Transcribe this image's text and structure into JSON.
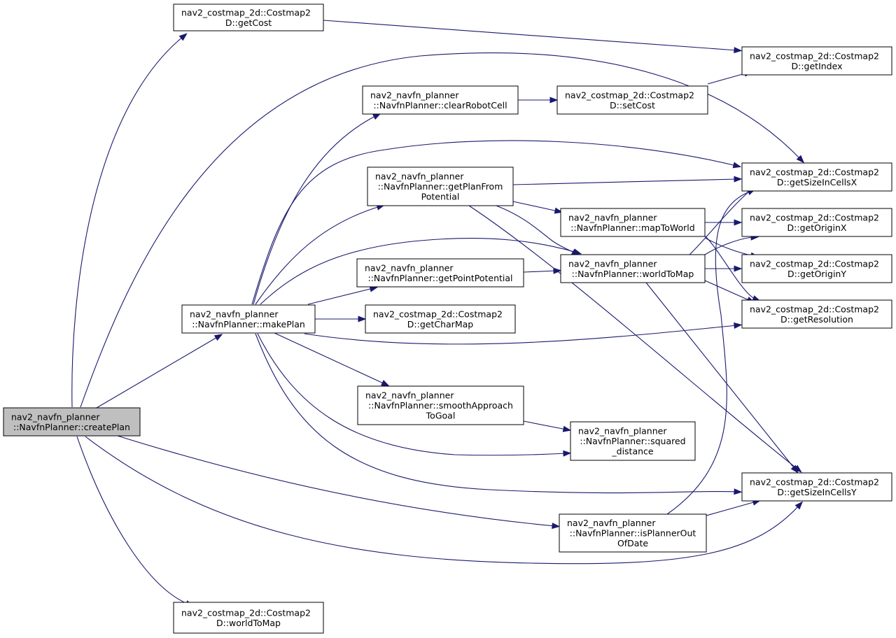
{
  "style": {
    "edge_color": "#191970",
    "root_fill": "#bfbfbf",
    "node_fill": "#ffffff",
    "border_color": "#000000"
  },
  "nodes": {
    "createPlan": {
      "lines": [
        "nav2_navfn_planner",
        "::NavfnPlanner::createPlan"
      ],
      "highlighted": true
    },
    "getCost": {
      "lines": [
        "nav2_costmap_2d::Costmap2",
        "D::getCost"
      ]
    },
    "makePlan": {
      "lines": [
        "nav2_navfn_planner",
        "::NavfnPlanner::makePlan"
      ]
    },
    "isPlannerOutOfDate": {
      "lines": [
        "nav2_navfn_planner",
        "::NavfnPlanner::isPlannerOut",
        "OfDate"
      ]
    },
    "getSizeInCellsX": {
      "lines": [
        "nav2_costmap_2d::Costmap2",
        "D::getSizeInCellsX"
      ]
    },
    "getSizeInCellsY": {
      "lines": [
        "nav2_costmap_2d::Costmap2",
        "D::getSizeInCellsY"
      ]
    },
    "cm_worldToMap": {
      "lines": [
        "nav2_costmap_2d::Costmap2",
        "D::worldToMap"
      ]
    },
    "getIndex": {
      "lines": [
        "nav2_costmap_2d::Costmap2",
        "D::getIndex"
      ]
    },
    "clearRobotCell": {
      "lines": [
        "nav2_navfn_planner",
        "::NavfnPlanner::clearRobotCell"
      ]
    },
    "getPlanFromPotential": {
      "lines": [
        "nav2_navfn_planner",
        "::NavfnPlanner::getPlanFrom",
        "Potential"
      ]
    },
    "nf_worldToMap": {
      "lines": [
        "nav2_navfn_planner",
        "::NavfnPlanner::worldToMap"
      ]
    },
    "getPointPotential": {
      "lines": [
        "nav2_navfn_planner",
        "::NavfnPlanner::getPointPotential"
      ]
    },
    "getCharMap": {
      "lines": [
        "nav2_costmap_2d::Costmap2",
        "D::getCharMap"
      ]
    },
    "getResolution": {
      "lines": [
        "nav2_costmap_2d::Costmap2",
        "D::getResolution"
      ]
    },
    "smoothApproachToGoal": {
      "lines": [
        "nav2_navfn_planner",
        "::NavfnPlanner::smoothApproach",
        "ToGoal"
      ]
    },
    "squared_distance": {
      "lines": [
        "nav2_navfn_planner",
        "::NavfnPlanner::squared",
        "_distance"
      ]
    },
    "setCost": {
      "lines": [
        "nav2_costmap_2d::Costmap2",
        "D::setCost"
      ]
    },
    "mapToWorld": {
      "lines": [
        "nav2_navfn_planner",
        "::NavfnPlanner::mapToWorld"
      ]
    },
    "getOriginX": {
      "lines": [
        "nav2_costmap_2d::Costmap2",
        "D::getOriginX"
      ]
    },
    "getOriginY": {
      "lines": [
        "nav2_costmap_2d::Costmap2",
        "D::getOriginY"
      ]
    }
  },
  "edges": [
    [
      "createPlan",
      "getCost"
    ],
    [
      "createPlan",
      "getSizeInCellsX"
    ],
    [
      "createPlan",
      "makePlan"
    ],
    [
      "createPlan",
      "isPlannerOutOfDate"
    ],
    [
      "createPlan",
      "getSizeInCellsY"
    ],
    [
      "createPlan",
      "cm_worldToMap"
    ],
    [
      "getCost",
      "getIndex"
    ],
    [
      "makePlan",
      "clearRobotCell"
    ],
    [
      "makePlan",
      "getSizeInCellsX"
    ],
    [
      "makePlan",
      "getPlanFromPotential"
    ],
    [
      "makePlan",
      "nf_worldToMap"
    ],
    [
      "makePlan",
      "getPointPotential"
    ],
    [
      "makePlan",
      "getCharMap"
    ],
    [
      "makePlan",
      "getResolution"
    ],
    [
      "makePlan",
      "smoothApproachToGoal"
    ],
    [
      "makePlan",
      "squared_distance"
    ],
    [
      "makePlan",
      "getSizeInCellsY"
    ],
    [
      "clearRobotCell",
      "setCost"
    ],
    [
      "setCost",
      "getIndex"
    ],
    [
      "getPlanFromPotential",
      "getSizeInCellsX"
    ],
    [
      "getPlanFromPotential",
      "mapToWorld"
    ],
    [
      "getPlanFromPotential",
      "nf_worldToMap"
    ],
    [
      "getPlanFromPotential",
      "getSizeInCellsY"
    ],
    [
      "mapToWorld",
      "getOriginX"
    ],
    [
      "mapToWorld",
      "getOriginY"
    ],
    [
      "mapToWorld",
      "getResolution"
    ],
    [
      "nf_worldToMap",
      "getOriginX"
    ],
    [
      "nf_worldToMap",
      "getOriginY"
    ],
    [
      "nf_worldToMap",
      "getResolution"
    ],
    [
      "nf_worldToMap",
      "getSizeInCellsX"
    ],
    [
      "nf_worldToMap",
      "getSizeInCellsY"
    ],
    [
      "getPointPotential",
      "nf_worldToMap"
    ],
    [
      "smoothApproachToGoal",
      "squared_distance"
    ],
    [
      "isPlannerOutOfDate",
      "getSizeInCellsX"
    ],
    [
      "isPlannerOutOfDate",
      "getSizeInCellsY"
    ]
  ]
}
